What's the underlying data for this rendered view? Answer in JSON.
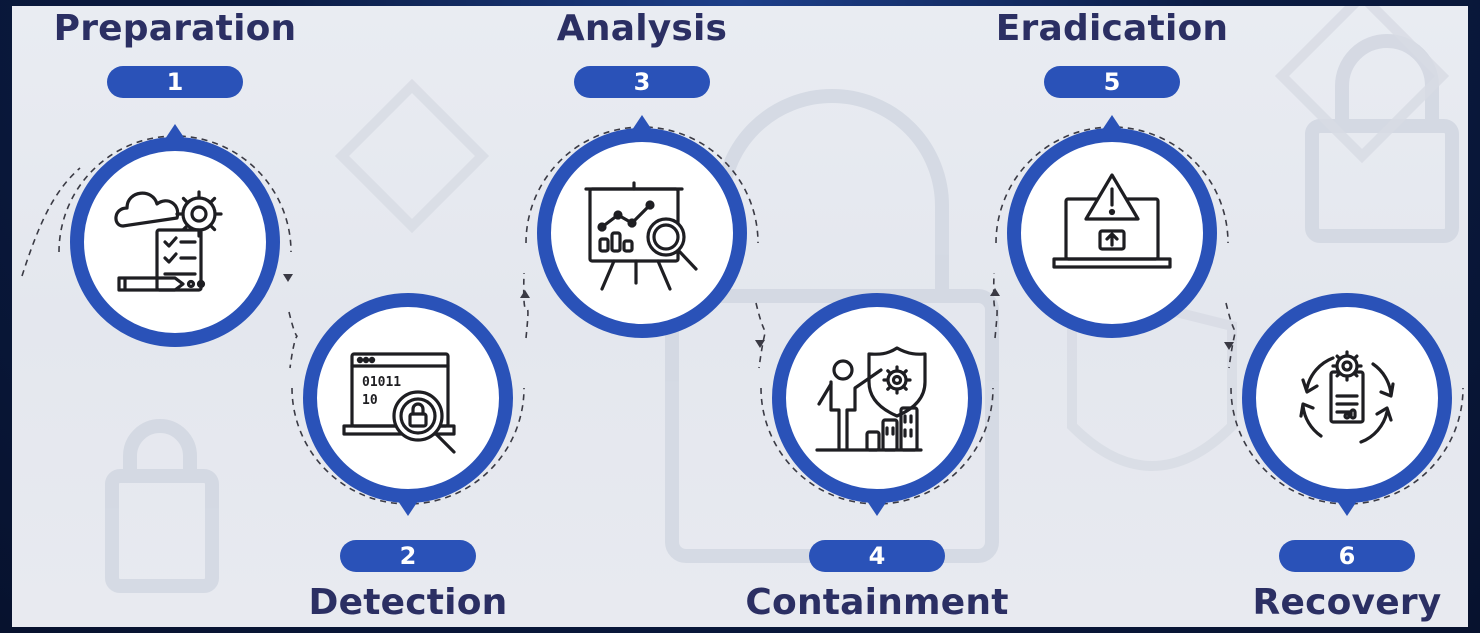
{
  "colors": {
    "accent_blue": "#2a52b8",
    "title_navy": "#2b2f63",
    "panel_background": "#e7eaf0",
    "outer_frame": "#0a1a3e",
    "icon_stroke": "#1e1e22"
  },
  "stages": [
    {
      "number": "1",
      "title": "Preparation",
      "icon": "cloud-gear-checklist-pencil-icon"
    },
    {
      "number": "2",
      "title": "Detection",
      "icon": "laptop-binary-magnifier-lock-icon"
    },
    {
      "number": "3",
      "title": "Analysis",
      "icon": "presentation-chart-magnifier-icon"
    },
    {
      "number": "4",
      "title": "Containment",
      "icon": "person-shield-gear-buildings-icon"
    },
    {
      "number": "5",
      "title": "Eradication",
      "icon": "laptop-warning-upload-icon"
    },
    {
      "number": "6",
      "title": "Recovery",
      "icon": "document-gear-cycle-arrows-icon"
    }
  ]
}
